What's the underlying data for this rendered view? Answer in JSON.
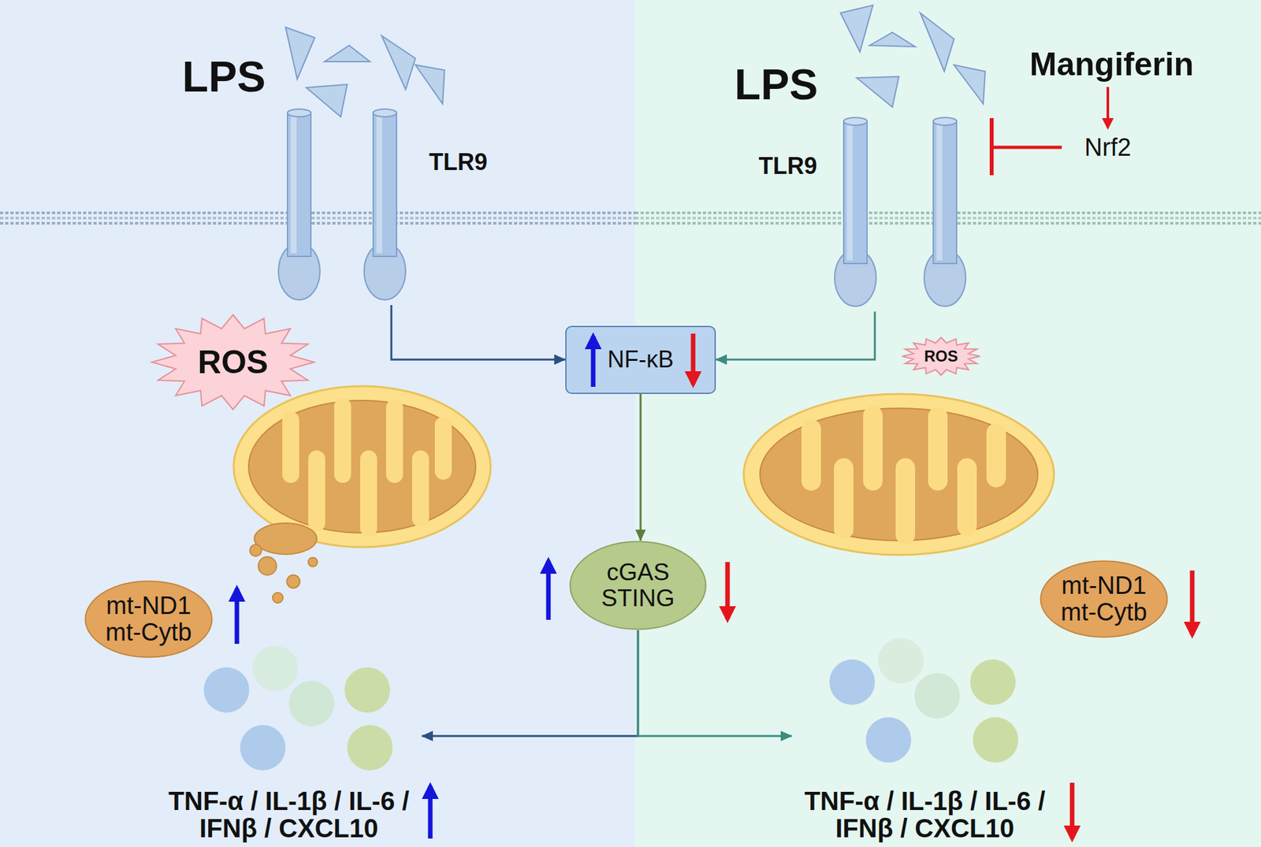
{
  "diagram": {
    "nodes": [
      {
        "text": [
          "TLR9"
        ]
      },
      {
        "text": [
          "TLR9"
        ]
      },
      {
        "text": [
          "ROS"
        ]
      },
      {
        "text": [
          "NF-κB"
        ]
      },
      {
        "text": [
          "ROS"
        ]
      },
      {
        "text": [
          "cGAS STING"
        ]
      },
      {
        "text": [
          "mt-ND1 mt-Cytb"
        ]
      },
      {
        "text": [
          "mt-ND1 mt-Cytb"
        ]
      },
      {
        "text": [
          "TNF-α / IL-1β / IL-6 / IFNβ / CXCL10"
        ]
      },
      {
        "text": [
          "TNF-α / IL-1β / IL-6 / IFNβ / CXCL10"
        ]
      }
    ],
    "edges": [
      {
        "from": 0,
        "to": 3,
        "arrow": "to"
      },
      {
        "from": 1,
        "to": 3,
        "arrow": "to"
      },
      {
        "from": 3,
        "to": 5,
        "arrow": "to"
      },
      {
        "from": 5,
        "to": 8,
        "arrow": "to"
      },
      {
        "from": 5,
        "to": 9,
        "arrow": "to"
      }
    ],
    "labels": [
      "LPS",
      "LPS",
      "Mangiferin",
      "Nrf2"
    ]
  }
}
